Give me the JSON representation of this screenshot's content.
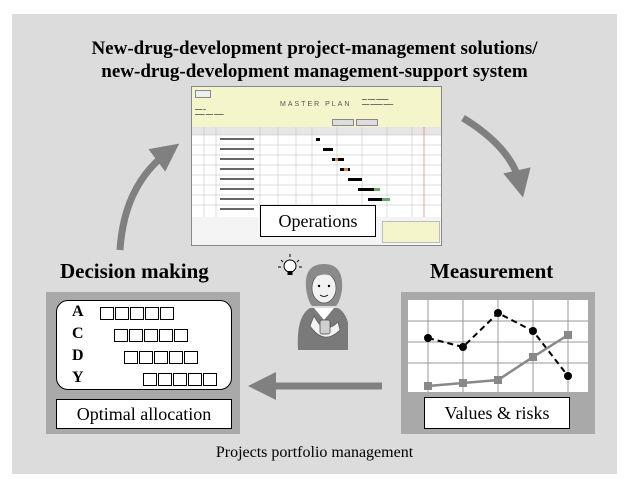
{
  "title": {
    "line1": "New-drug-development project-management solutions/",
    "line2": "new-drug-development management-support system"
  },
  "operations": {
    "label": "Operations",
    "screenshot_title": "MASTER PLAN"
  },
  "decision": {
    "heading": "Decision making",
    "rows": [
      {
        "letter": "A",
        "boxes": 5
      },
      {
        "letter": "C",
        "boxes": 5
      },
      {
        "letter": "D",
        "boxes": 5
      },
      {
        "letter": "Y",
        "boxes": 5
      }
    ],
    "label": "Optimal allocation"
  },
  "measurement": {
    "heading": "Measurement",
    "label": "Values & risks"
  },
  "footer": "Projects portfolio management",
  "colors": {
    "frame": "#dcdcdc",
    "panel": "#a9a9a9",
    "arrow": "#808080"
  }
}
